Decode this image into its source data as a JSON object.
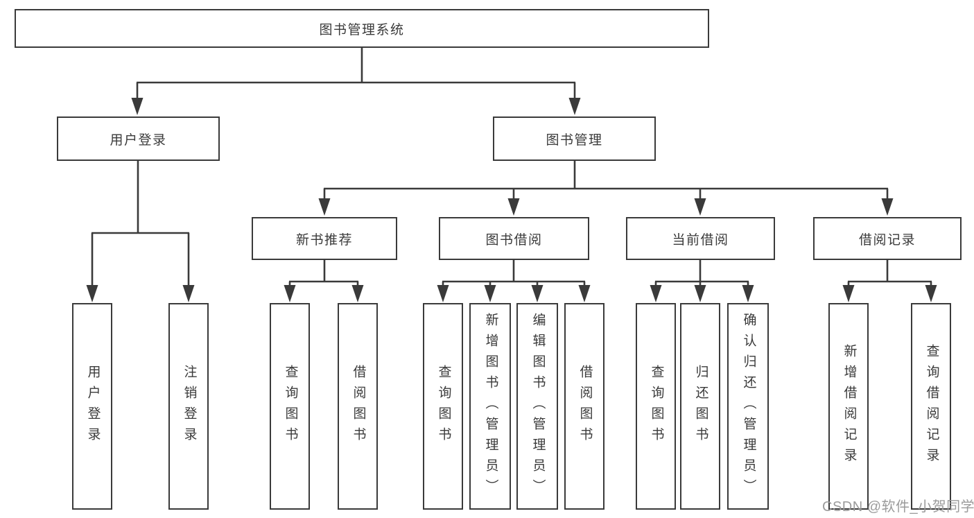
{
  "tree": {
    "label": "图书管理系统",
    "children": [
      {
        "label": "用户登录",
        "children": [
          {
            "label": "用户登录"
          },
          {
            "label": "注销登录"
          }
        ]
      },
      {
        "label": "图书管理",
        "children": [
          {
            "label": "新书推荐",
            "children": [
              {
                "label": "查询图书"
              },
              {
                "label": "借阅图书"
              }
            ]
          },
          {
            "label": "图书借阅",
            "children": [
              {
                "label": "查询图书"
              },
              {
                "label": "新增图书（管理员）"
              },
              {
                "label": "编辑图书（管理员）"
              },
              {
                "label": "借阅图书"
              }
            ]
          },
          {
            "label": "当前借阅",
            "children": [
              {
                "label": "查询图书"
              },
              {
                "label": "归还图书"
              },
              {
                "label": "确认归还（管理员）"
              }
            ]
          },
          {
            "label": "借阅记录",
            "children": [
              {
                "label": "新增借阅记录"
              },
              {
                "label": "查询借阅记录"
              }
            ]
          }
        ]
      }
    ]
  },
  "watermark": "CSDN @软件_小贺同学",
  "colors": {
    "line_and_text": "#3a3a3a",
    "node_background": "#ffffff",
    "page_background": "#ffffff",
    "watermark": "#9b9b9b"
  }
}
